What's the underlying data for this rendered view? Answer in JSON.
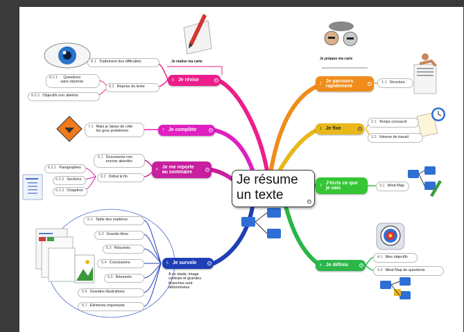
{
  "center_title_line1": "Je résume",
  "center_title_line2": "un texte",
  "captions": {
    "top_left": "Je réalise ma carte",
    "top_right": "Je prépare ma carte"
  },
  "branches": {
    "parcours": {
      "num": "1",
      "label_line1": "Je parcours",
      "label_line2": "rapidement",
      "color": "#f08c1a",
      "children": [
        {
          "num": "1.1",
          "label": "Structure"
        }
      ]
    },
    "fixe": {
      "num": "2",
      "label": "Je fixe",
      "color": "#e8b81a",
      "children": [
        {
          "num": "2.1",
          "label": "Temps consacré"
        },
        {
          "num": "2.2",
          "label": "Volume de travail"
        }
      ]
    },
    "ecris": {
      "num": "3",
      "label_line1": "J'écris ce que",
      "label_line2": "je sais",
      "color": "#34c634",
      "children": [
        {
          "num": "3.1",
          "label": "Mind Map"
        }
      ]
    },
    "definis": {
      "num": "4",
      "label": "Je définis",
      "color": "#2bb64a",
      "children": [
        {
          "num": "4.1",
          "label": "Mes objectifs"
        },
        {
          "num": "4.2",
          "label": "Mind Map de questions"
        }
      ]
    },
    "survole": {
      "num": "5",
      "label": "Je survole",
      "color": "#1f3fb5",
      "note_line1": "A ce stade, image",
      "note_line2": "centrale et grandes",
      "note_line3": "branches sont",
      "note_line4": "déterminées",
      "children": [
        {
          "num": "5.1",
          "label": "Table des matières"
        },
        {
          "num": "5.2",
          "label": "Grands titres"
        },
        {
          "num": "5.3",
          "label": "Résumés"
        },
        {
          "num": "5.4",
          "label": "Conclusions"
        },
        {
          "num": "5.5",
          "label": "Résumés"
        },
        {
          "num": "5.6",
          "label": "Grandes illustrations"
        },
        {
          "num": "5.7",
          "label": "Eléments importants"
        }
      ]
    },
    "reporte": {
      "num": "6",
      "label_line1": "Je me reporte",
      "label_line2": "au sommaire",
      "color": "#c81f9e",
      "c61_line1": "Documents non",
      "c61_line2": "encore abordés",
      "c61_num": "6.1",
      "c62": {
        "num": "6.2",
        "label": "Début & fin"
      },
      "c621": {
        "num": "6.2.1",
        "label": "Paragraphes"
      },
      "c622": {
        "num": "6.2.2",
        "label": "Sections"
      },
      "c623": {
        "num": "6.2.3",
        "label": "Chapitres"
      }
    },
    "complete": {
      "num": "7",
      "label": "Je complète",
      "color": "#e01fc0",
      "c71_num": "7.1",
      "c71_line1": "Mais je laisse de côté",
      "c71_line2": "les gros problèmes"
    },
    "revise": {
      "num": "8",
      "label": "Je révise",
      "color": "#ec1f8a",
      "c81": {
        "num": "8.1",
        "label": "Traitement des difficultés"
      },
      "c82": {
        "num": "8.2",
        "label": "Reprise du texte"
      },
      "c821_num": "8.2.1",
      "c821_line1": "Questions",
      "c821_line2": "sans réponse",
      "c822": {
        "num": "8.2.2",
        "label": "Objectifs non atteints"
      }
    }
  }
}
